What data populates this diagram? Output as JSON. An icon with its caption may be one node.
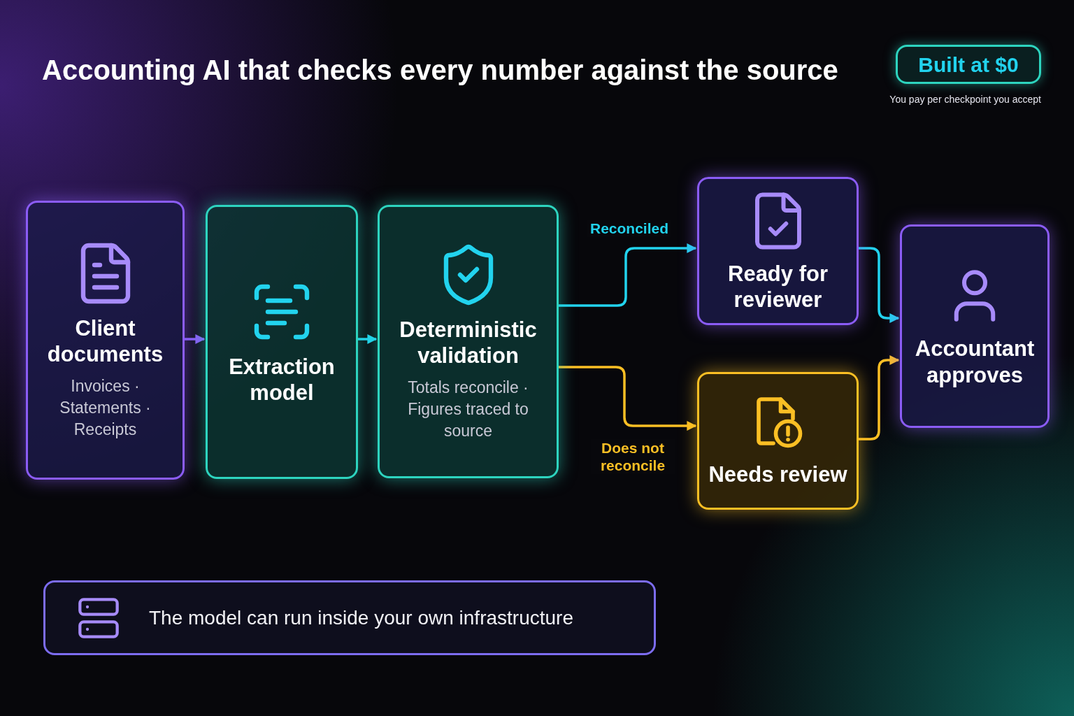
{
  "diagram": {
    "title": "Accounting AI that checks every number against the source",
    "nodes": [
      {
        "text": [
          "Client documents",
          "Invoices · Statements · Receipts"
        ]
      },
      {
        "text": [
          "Extraction model"
        ]
      },
      {
        "text": [
          "Deterministic validation",
          "Totals reconcile · Figures traced to source"
        ]
      },
      {
        "text": [
          "Ready for reviewer"
        ]
      },
      {
        "text": [
          "Needs review"
        ]
      },
      {
        "text": [
          "Accountant approves"
        ]
      },
      {
        "text": [
          "Built at $0"
        ],
        "beside": [
          "You pay per checkpoint you accept"
        ]
      },
      {
        "text": [
          "The model can run inside your own infrastructure"
        ]
      }
    ],
    "edges": [
      {
        "from": 0,
        "to": 1,
        "arrow": "to",
        "color": "#8b5cf6"
      },
      {
        "from": 1,
        "to": 2,
        "arrow": "to"
      },
      {
        "from": 2,
        "to": 3,
        "arrow": "to",
        "label": "Reconciled"
      },
      {
        "from": 2,
        "to": 4,
        "arrow": "to",
        "label": "Does not reconcile",
        "color": "#fbbf24"
      },
      {
        "from": 3,
        "to": 5,
        "arrow": "to"
      },
      {
        "from": 4,
        "to": 5,
        "arrow": "to",
        "color": "#fbbf24"
      }
    ]
  }
}
